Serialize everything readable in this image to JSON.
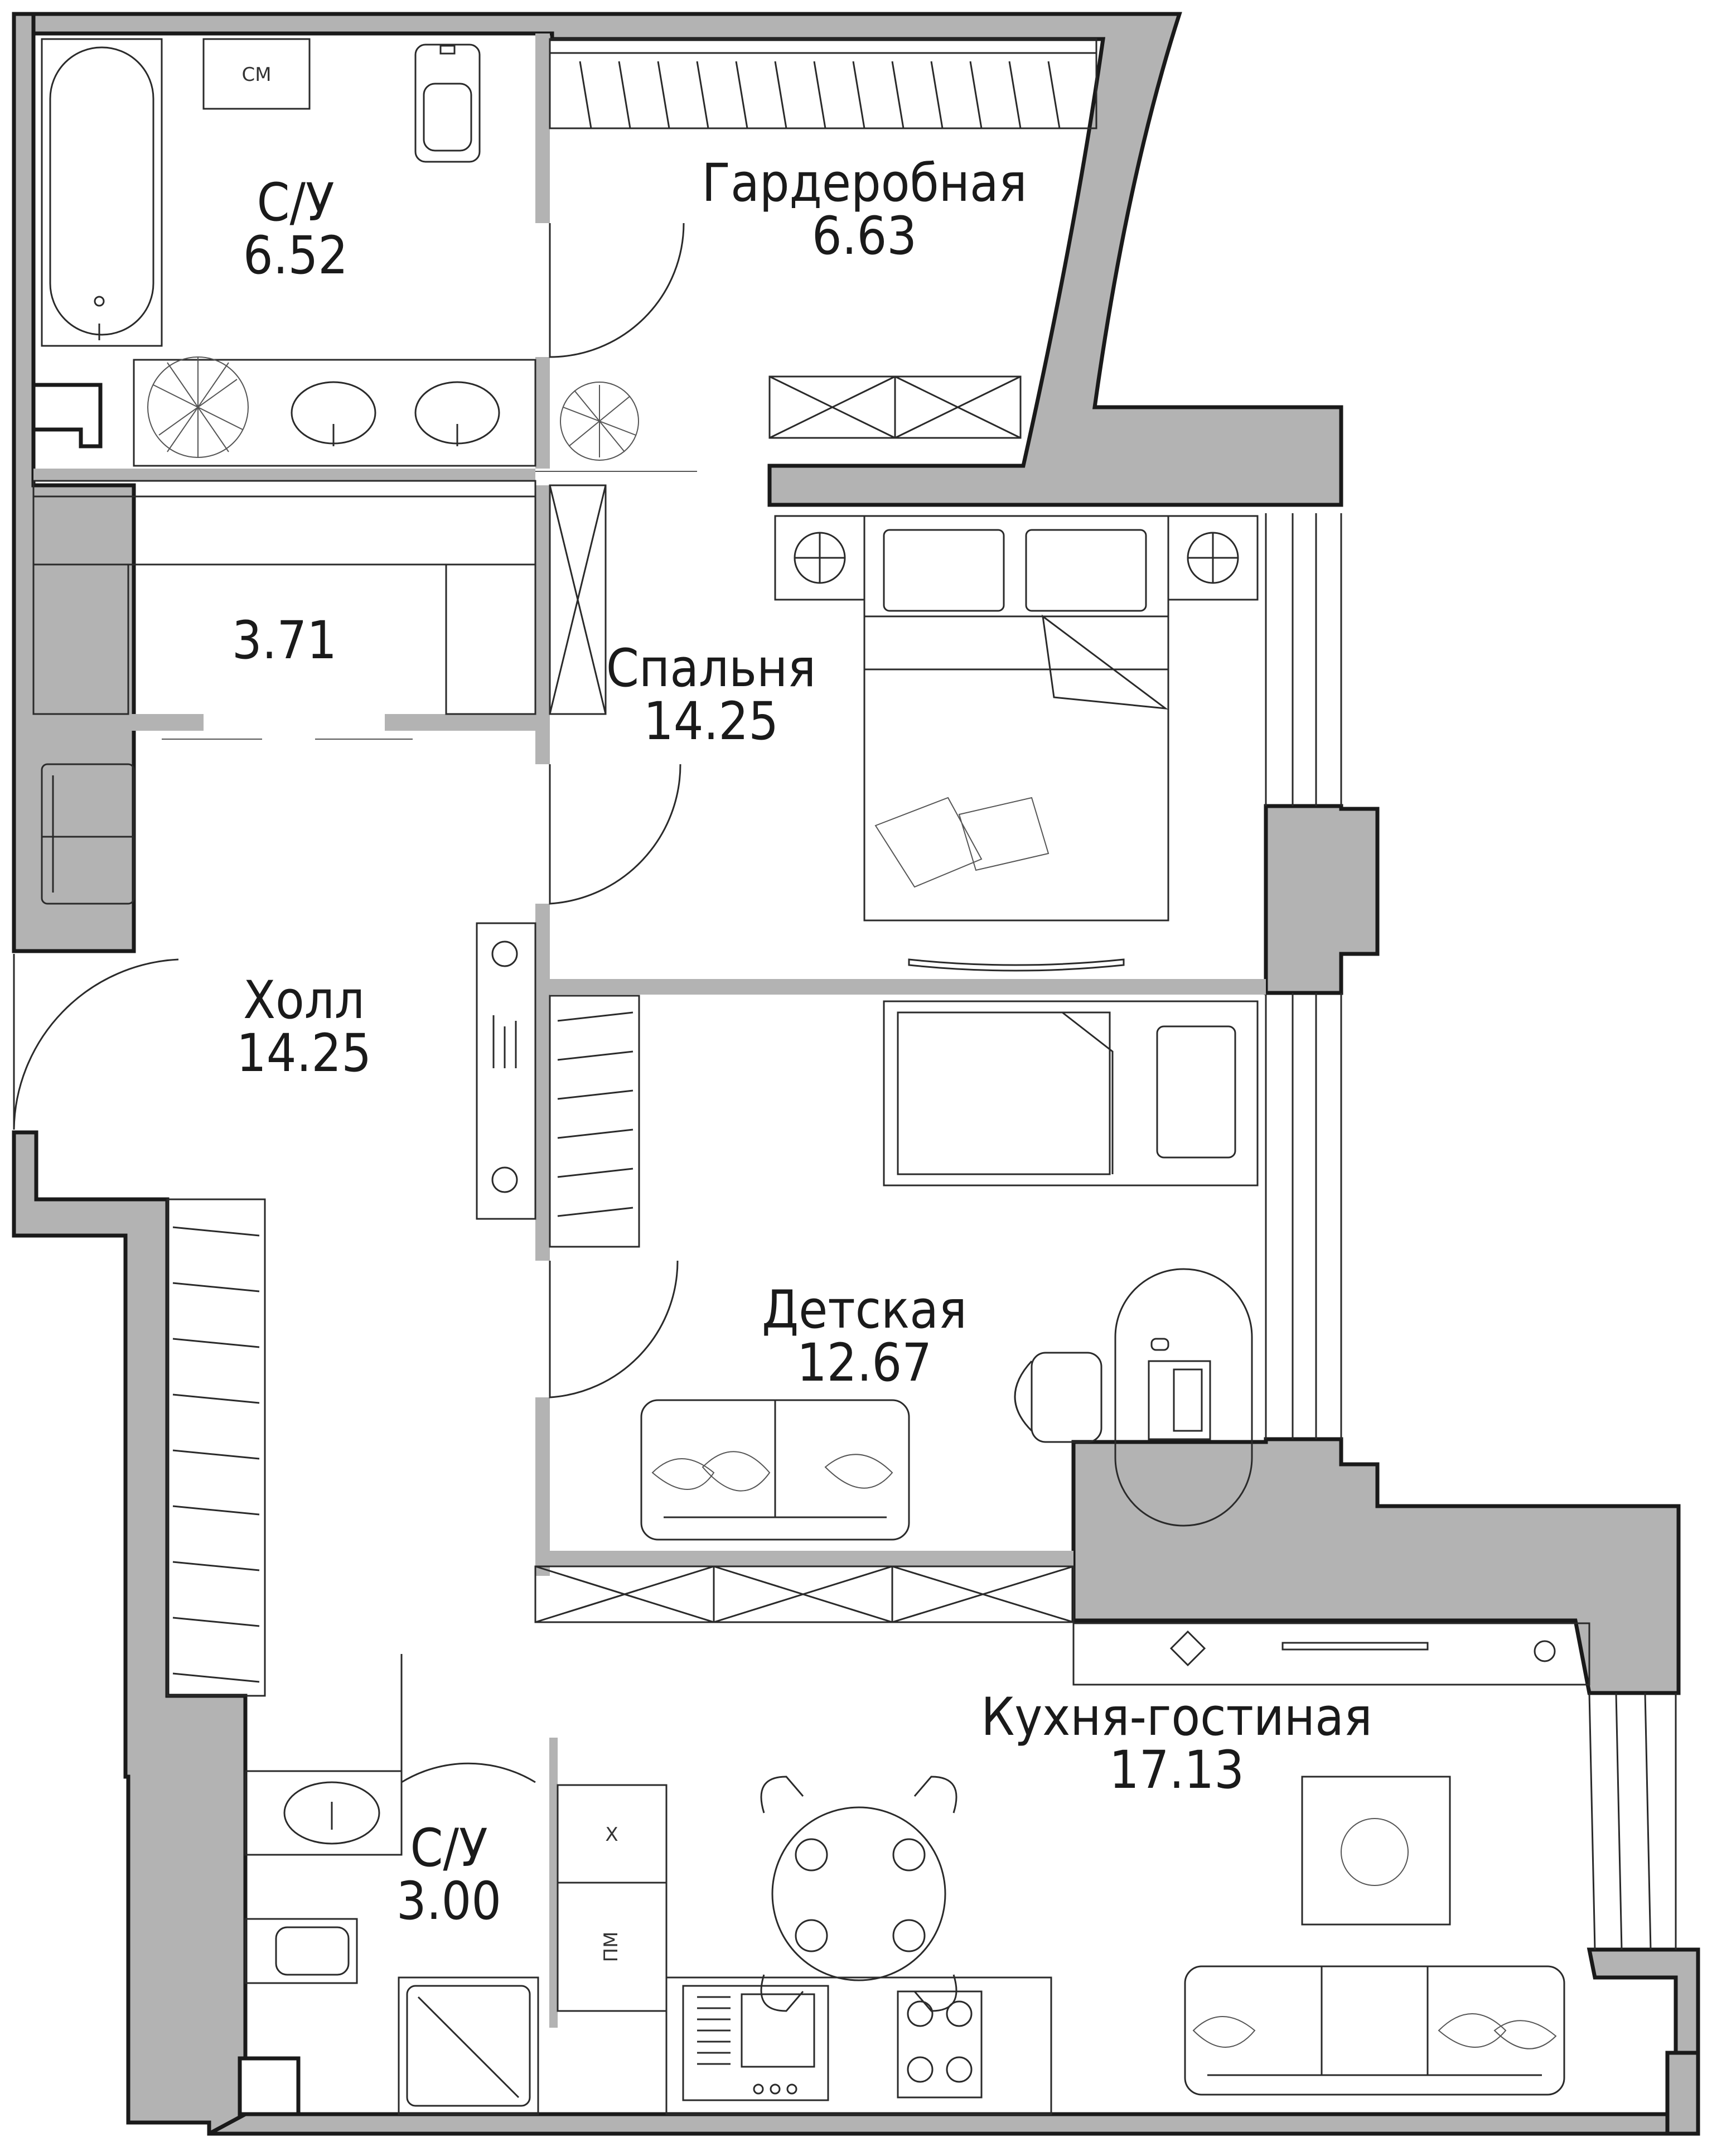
{
  "rooms": {
    "bath1": {
      "name": "С/У",
      "area": "6.52"
    },
    "wardrobe": {
      "name": "Гардеробная",
      "area": "6.63"
    },
    "closet": {
      "name": "",
      "area": "3.71"
    },
    "bedroom": {
      "name": "Спальня",
      "area": "14.25"
    },
    "hall": {
      "name": "Холл",
      "area": "14.25"
    },
    "kids": {
      "name": "Детская",
      "area": "12.67"
    },
    "kitchen": {
      "name": "Кухня-гостиная",
      "area": "17.13"
    },
    "bath2": {
      "name": "С/У",
      "area": "3.00"
    }
  },
  "appliances": {
    "washer": "СМ",
    "fridge": "Х",
    "dishwasher": "ПМ"
  },
  "colors": {
    "wall_fill": "#b3b3b3",
    "line": "#1a1a1a"
  }
}
